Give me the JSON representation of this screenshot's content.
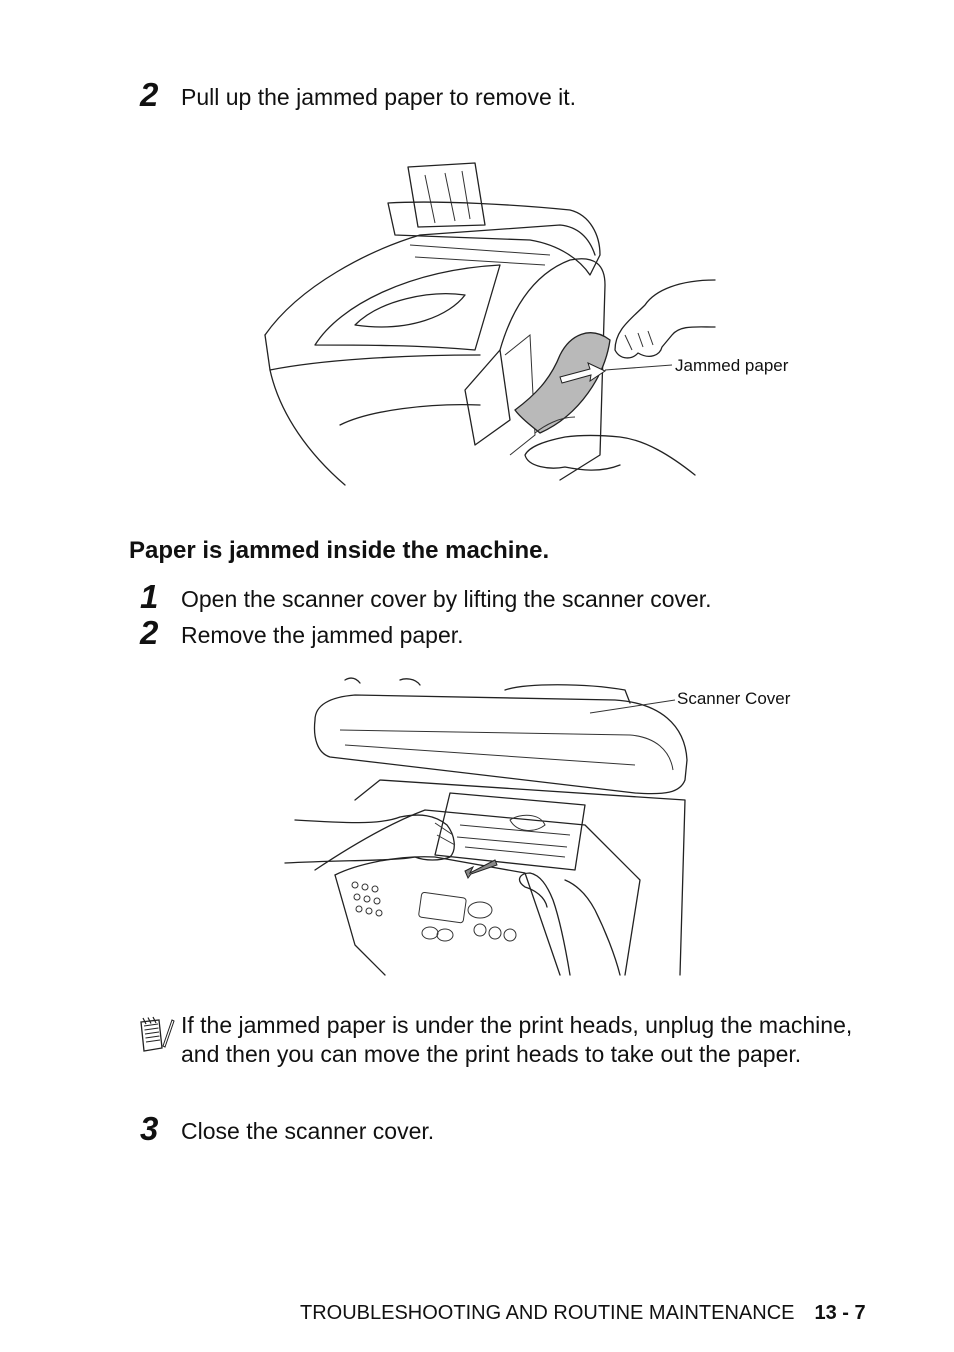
{
  "steps_top": [
    {
      "number": "2",
      "text": "Pull up the jammed paper to remove it."
    }
  ],
  "figure1": {
    "callout": "Jammed paper"
  },
  "section": {
    "heading": "Paper is jammed inside the machine."
  },
  "steps_mid": [
    {
      "number": "1",
      "text": "Open the scanner cover by lifting the scanner cover."
    },
    {
      "number": "2",
      "text": "Remove the jammed paper."
    }
  ],
  "figure2": {
    "callout": "Scanner Cover"
  },
  "note": {
    "icon": "note-pad-icon",
    "text": "If the jammed paper is under the print heads, unplug the machine, and then you can move the print heads to take out the paper."
  },
  "steps_bottom": [
    {
      "number": "3",
      "text": "Close the scanner cover."
    }
  ],
  "footer": {
    "section_title": "TROUBLESHOOTING AND ROUTINE MAINTENANCE",
    "page_number": "13 - 7"
  }
}
